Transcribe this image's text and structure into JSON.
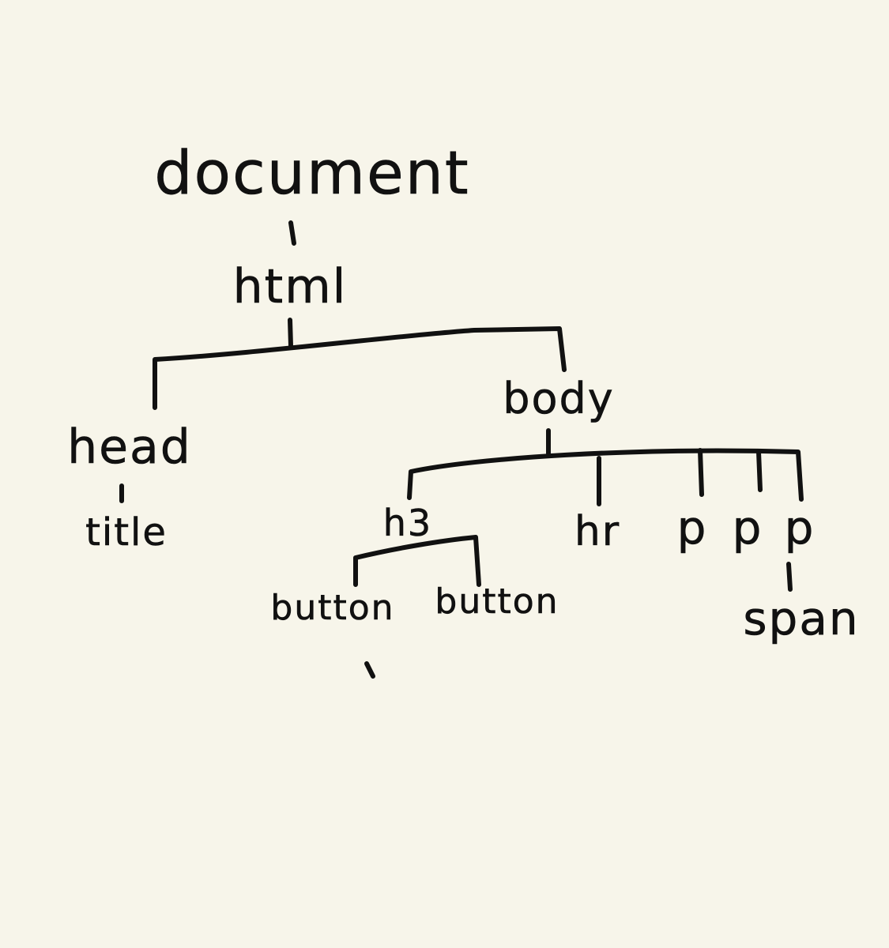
{
  "diagram": {
    "colors": {
      "background": "#f7f5ea",
      "ink": "#111111"
    },
    "nodes": {
      "document": "document",
      "html": "html",
      "head": "head",
      "title": "title",
      "body": "body",
      "h3": "h3",
      "hr": "hr",
      "p1": "p",
      "p2": "p",
      "p3": "p",
      "button1": "button",
      "button2": "button",
      "span": "span"
    }
  }
}
